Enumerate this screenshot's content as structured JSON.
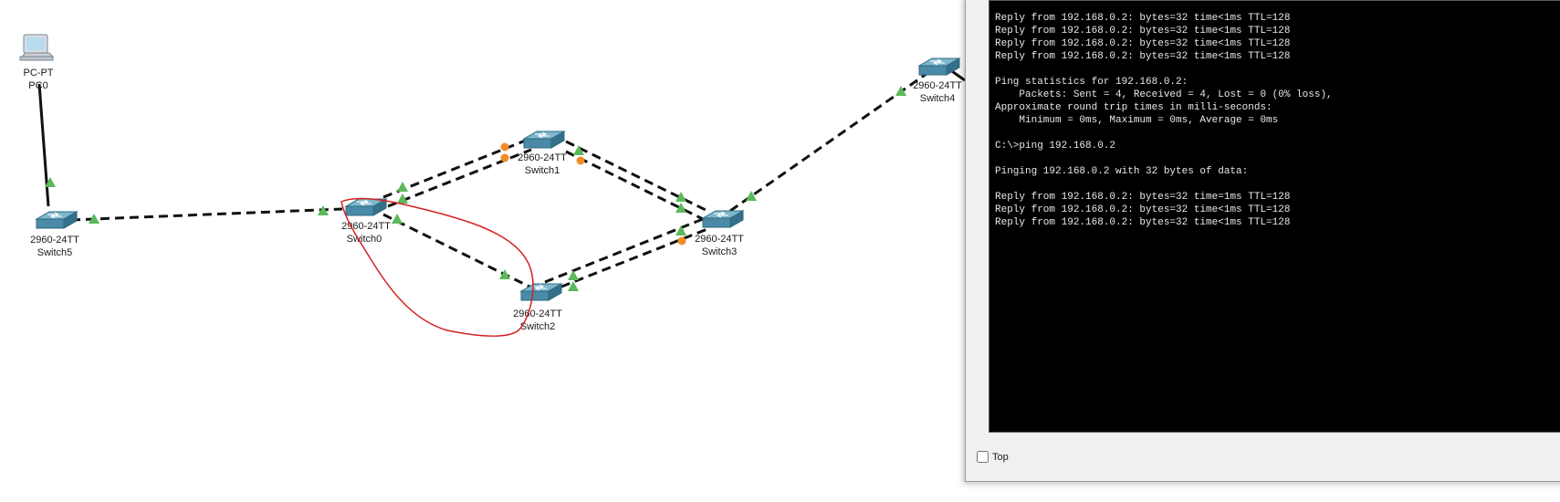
{
  "colors": {
    "link": "#111111",
    "link_up": "#5bb85b",
    "link_blocking": "#f28c28",
    "annotation": "#d42020",
    "switch_body": "#4a8aa6",
    "terminal_bg": "#000000",
    "terminal_text": "#e8e8e8"
  },
  "devices": {
    "pc0": {
      "model": "PC-PT",
      "name": "PC0",
      "icon": "pc-icon"
    },
    "switch0": {
      "model": "2960-24TT",
      "name": "Switch0",
      "icon": "switch-icon"
    },
    "switch1": {
      "model": "2960-24TT",
      "name": "Switch1",
      "icon": "switch-icon"
    },
    "switch2": {
      "model": "2960-24TT",
      "name": "Switch2",
      "icon": "switch-icon"
    },
    "switch3": {
      "model": "2960-24TT",
      "name": "Switch3",
      "icon": "switch-icon"
    },
    "switch4": {
      "model": "2960-24TT",
      "name": "Switch4",
      "icon": "switch-icon"
    },
    "switch5": {
      "model": "2960-24TT",
      "name": "Switch5",
      "icon": "switch-icon"
    }
  },
  "cmd": {
    "terminal_lines": [
      "Reply from 192.168.0.2: bytes=32 time<1ms TTL=128",
      "Reply from 192.168.0.2: bytes=32 time<1ms TTL=128",
      "Reply from 192.168.0.2: bytes=32 time<1ms TTL=128",
      "Reply from 192.168.0.2: bytes=32 time<1ms TTL=128",
      "",
      "Ping statistics for 192.168.0.2:",
      "    Packets: Sent = 4, Received = 4, Lost = 0 (0% loss),",
      "Approximate round trip times in milli-seconds:",
      "    Minimum = 0ms, Maximum = 0ms, Average = 0ms",
      "",
      "C:\\>ping 192.168.0.2",
      "",
      "Pinging 192.168.0.2 with 32 bytes of data:",
      "",
      "Reply from 192.168.0.2: bytes=32 time=1ms TTL=128",
      "Reply from 192.168.0.2: bytes=32 time<1ms TTL=128",
      "Reply from 192.168.0.2: bytes=32 time<1ms TTL=128"
    ],
    "top_checkbox": {
      "label": "Top",
      "checked": false
    }
  }
}
